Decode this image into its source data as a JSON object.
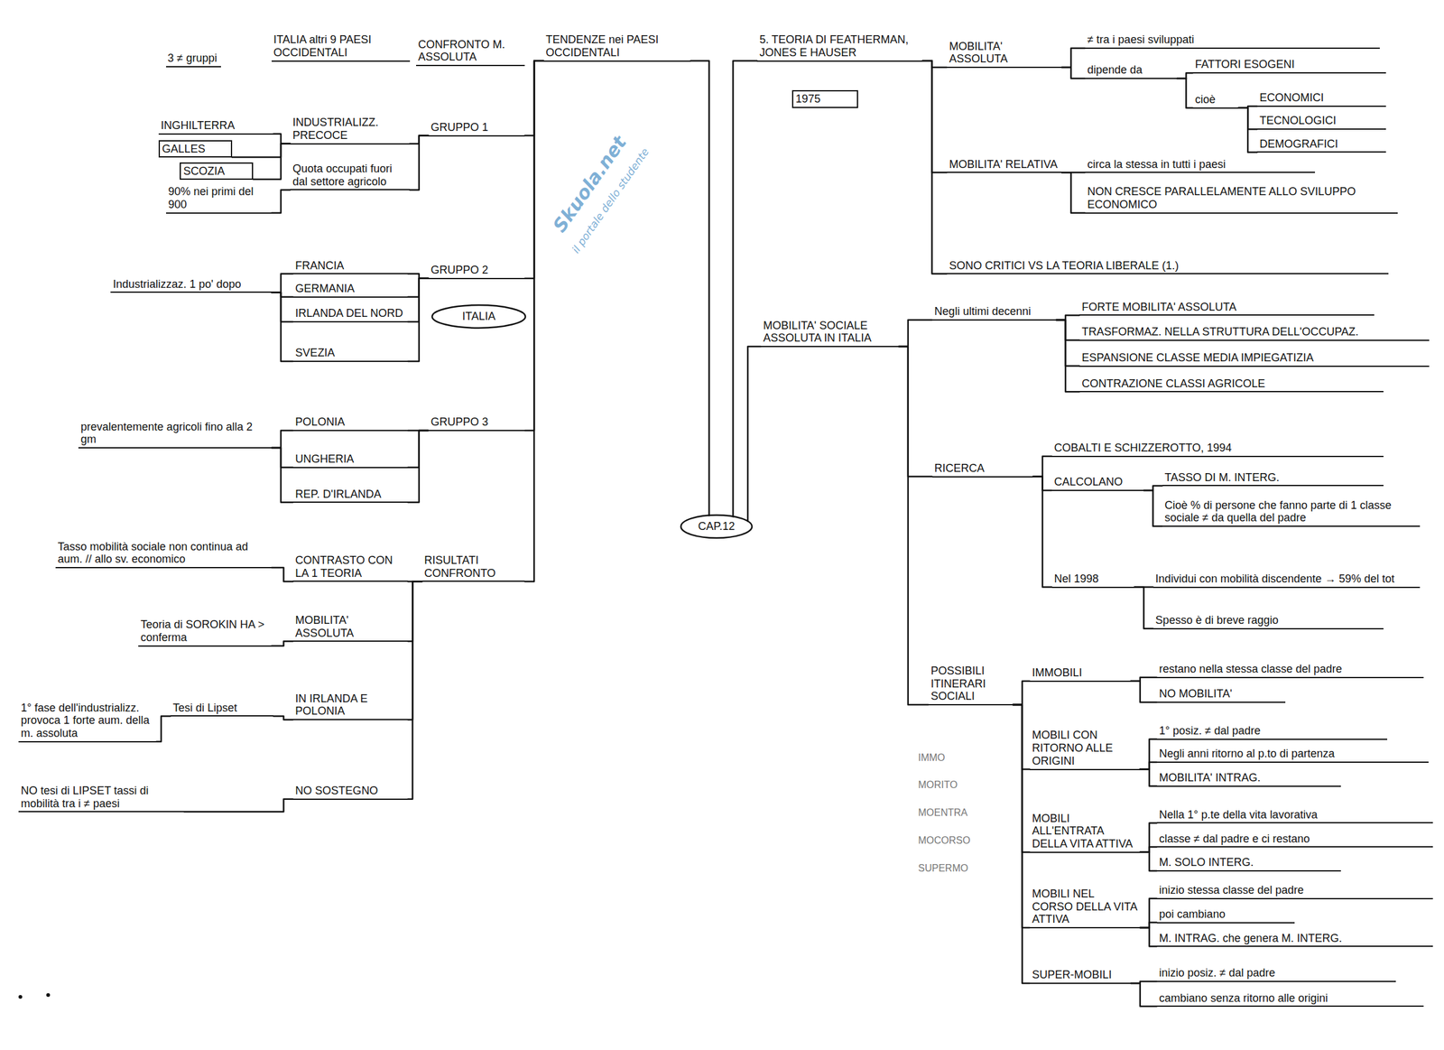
{
  "diagram": {
    "nodes": [
      {
        "text": [
          "TENDENZE nei PAESI OCCIDENTALI"
        ]
      },
      {
        "text": [
          "GRUPPO 1"
        ]
      },
      {
        "text": [
          "INDUSTRIALIZZ. PRECOCE"
        ]
      },
      {
        "text": [
          "Quota occupati fuori dal settore agricolo"
        ]
      },
      {
        "text": [
          "INGHILTERRA"
        ]
      },
      {
        "text": [
          "GALLES"
        ]
      },
      {
        "text": [
          "SCOZIA"
        ]
      },
      {
        "text": [
          "90% nei primi del 900"
        ]
      },
      {
        "text": [
          "GRUPPO 2"
        ]
      },
      {
        "text": [
          "ITALIA"
        ]
      },
      {
        "text": [
          "FRANCIA"
        ]
      },
      {
        "text": [
          "GERMANIA"
        ]
      },
      {
        "text": [
          "IRLANDA DEL NORD"
        ]
      },
      {
        "text": [
          "SVEZIA"
        ]
      },
      {
        "text": [
          "Industrializzaz. 1 po' dopo"
        ]
      },
      {
        "text": [
          "GRUPPO 3"
        ]
      },
      {
        "text": [
          "POLONIA"
        ]
      },
      {
        "text": [
          "UNGHERIA"
        ]
      },
      {
        "text": [
          "REP. D'IRLANDA"
        ]
      },
      {
        "text": [
          "prevalentemente agricoli fino alla 2 gm"
        ]
      },
      {
        "text": [
          "RISULTATI CONFRONTO"
        ]
      },
      {
        "text": [
          "CONTRASTO CON LA 1 TEORIA"
        ]
      },
      {
        "text": [
          "Tasso mobilità sociale non continua ad aum. // allo sv. economico"
        ]
      },
      {
        "text": [
          "MOBILITA' ASSOLUTA"
        ]
      },
      {
        "text": [
          "Teoria di SOROKIN HA > conferma"
        ]
      },
      {
        "text": [
          "IN IRLANDA E POLONIA"
        ]
      },
      {
        "text": [
          "Tesi di Lipset"
        ]
      },
      {
        "text": [
          "1° fase dell'industrializz. provoca 1 forte aum. della m. assoluta"
        ]
      },
      {
        "text": [
          "NO SOSTEGNO"
        ]
      },
      {
        "text": [
          "NO tesi di LIPSET tassi di mobilità tra i ≠ paesi"
        ]
      },
      {
        "text": [
          "CAP.12"
        ]
      },
      {
        "text": [
          "5. TEORIA DI FEATHERMAN, JONES E HAUSER"
        ]
      },
      {
        "text": [
          "1975"
        ]
      },
      {
        "text": [
          "MOBILITA' ASSOLUTA"
        ]
      },
      {
        "text": [
          "≠ tra i paesi sviluppati"
        ]
      },
      {
        "text": [
          "dipende da"
        ]
      },
      {
        "text": [
          "FATTORI ESOGENI"
        ]
      },
      {
        "text": [
          "cioè"
        ]
      },
      {
        "text": [
          "ECONOMICI"
        ]
      },
      {
        "text": [
          "TECNOLOGICI"
        ]
      },
      {
        "text": [
          "DEMOGRAFICI"
        ]
      },
      {
        "text": [
          "MOBILITA' RELATIVA"
        ]
      },
      {
        "text": [
          "circa la stessa in tutti i paesi"
        ]
      },
      {
        "text": [
          "NON CRESCE PARALLELAMENTE ALLO SVILUPPO ECONOMICO"
        ]
      },
      {
        "text": [
          "SONO CRITICI VS LA TEORIA LIBERALE (1.)"
        ]
      },
      {
        "text": [
          "MOBILITA' SOCIALE ASSOLUTA IN ITALIA"
        ]
      },
      {
        "text": [
          "Negli ultimi decenni"
        ]
      },
      {
        "text": [
          "FORTE MOBILITA' ASSOLUTA"
        ]
      },
      {
        "text": [
          "TRASFORMAZ. NELLA STRUTTURA DELL'OCCUPAZ."
        ]
      },
      {
        "text": [
          "ESPANSIONE CLASSE MEDIA IMPIEGATIZIA"
        ]
      },
      {
        "text": [
          "CONTRAZIONE CLASSI AGRICOLE"
        ]
      },
      {
        "text": [
          "RICERCA"
        ]
      },
      {
        "text": [
          "COBALTI E SCHIZZEROTTO, 1994"
        ]
      },
      {
        "text": [
          "CALCOLANO"
        ]
      },
      {
        "text": [
          "TASSO DI M. INTERG."
        ]
      },
      {
        "text": [
          "Cioè % di persone che fanno parte di 1 classe sociale ≠ da quella del padre"
        ]
      },
      {
        "text": [
          "Nel 1998"
        ]
      },
      {
        "text": [
          "Individui con mobilità discendente → 59% del tot"
        ]
      },
      {
        "text": [
          "Spesso è di breve raggio"
        ]
      },
      {
        "text": [
          "POSSIBILI ITINERARI SOCIALI"
        ]
      },
      {
        "text": [
          "IMMOBILI"
        ]
      },
      {
        "text": [
          "restano nella stessa classe del padre"
        ]
      },
      {
        "text": [
          "NO MOBILITA'"
        ]
      },
      {
        "text": [
          "MOBILI CON RITORNO ALLE ORIGINI"
        ]
      },
      {
        "text": [
          "1° posiz. ≠ dal padre"
        ]
      },
      {
        "text": [
          "Negli anni ritorno al p.to di partenza"
        ]
      },
      {
        "text": [
          "MOBILITA' INTRAG."
        ]
      },
      {
        "text": [
          "MOBILI ALL'ENTRATA DELLA VITA ATTIVA"
        ]
      },
      {
        "text": [
          "Nella 1° p.te della vita lavorativa"
        ]
      },
      {
        "text": [
          "classe ≠ dal padre e ci restano"
        ]
      },
      {
        "text": [
          "M. SOLO INTERG."
        ]
      },
      {
        "text": [
          "MOBILI NEL CORSO DELLA VITA ATTIVA"
        ]
      },
      {
        "text": [
          "inizio stessa classe del padre"
        ]
      },
      {
        "text": [
          "poi cambiano"
        ]
      },
      {
        "text": [
          "M. INTRAG. che genera M. INTERG."
        ]
      },
      {
        "text": [
          "SUPER-MOBILI"
        ]
      },
      {
        "text": [
          "inizio posiz. ≠ dal padre"
        ]
      },
      {
        "text": [
          "cambiano senza ritorno alle origini"
        ]
      }
    ],
    "edges": [
      {
        "from": 0,
        "to": 1,
        "arrow": "none"
      },
      {
        "from": 0,
        "to": 8,
        "arrow": "none"
      },
      {
        "from": 0,
        "to": 15,
        "arrow": "none"
      },
      {
        "from": 0,
        "to": 20,
        "arrow": "none"
      },
      {
        "from": 1,
        "to": 2,
        "arrow": "none"
      },
      {
        "from": 1,
        "to": 3,
        "arrow": "none"
      },
      {
        "from": 2,
        "to": 4,
        "arrow": "none"
      },
      {
        "from": 2,
        "to": 5,
        "arrow": "none"
      },
      {
        "from": 2,
        "to": 6,
        "arrow": "none"
      },
      {
        "from": 3,
        "to": 7,
        "arrow": "none"
      },
      {
        "from": 8,
        "to": 10,
        "arrow": "none"
      },
      {
        "from": 8,
        "to": 11,
        "arrow": "none"
      },
      {
        "from": 8,
        "to": 12,
        "arrow": "none"
      },
      {
        "from": 8,
        "to": 13,
        "arrow": "none"
      },
      {
        "from": 14,
        "to": 10,
        "arrow": "none"
      },
      {
        "from": 14,
        "to": 11,
        "arrow": "none"
      },
      {
        "from": 14,
        "to": 12,
        "arrow": "none"
      },
      {
        "from": 14,
        "to": 13,
        "arrow": "none"
      },
      {
        "from": 15,
        "to": 16,
        "arrow": "none"
      },
      {
        "from": 15,
        "to": 17,
        "arrow": "none"
      },
      {
        "from": 15,
        "to": 18,
        "arrow": "none"
      },
      {
        "from": 19,
        "to": 16,
        "arrow": "none"
      },
      {
        "from": 19,
        "to": 17,
        "arrow": "none"
      },
      {
        "from": 19,
        "to": 18,
        "arrow": "none"
      },
      {
        "from": 20,
        "to": 21,
        "arrow": "none"
      },
      {
        "from": 20,
        "to": 23,
        "arrow": "none"
      },
      {
        "from": 20,
        "to": 25,
        "arrow": "none"
      },
      {
        "from": 20,
        "to": 28,
        "arrow": "none"
      },
      {
        "from": 21,
        "to": 22,
        "arrow": "none"
      },
      {
        "from": 23,
        "to": 24,
        "arrow": "none"
      },
      {
        "from": 25,
        "to": 26,
        "arrow": "none"
      },
      {
        "from": 26,
        "to": 27,
        "arrow": "none"
      },
      {
        "from": 28,
        "to": 29,
        "arrow": "none"
      },
      {
        "from": 30,
        "to": 0,
        "arrow": "none"
      },
      {
        "from": 30,
        "to": 31,
        "arrow": "none"
      },
      {
        "from": 30,
        "to": 45,
        "arrow": "none"
      },
      {
        "from": 31,
        "to": 33,
        "arrow": "none"
      },
      {
        "from": 31,
        "to": 41,
        "arrow": "none"
      },
      {
        "from": 31,
        "to": 44,
        "arrow": "none"
      },
      {
        "from": 33,
        "to": 34,
        "arrow": "none"
      },
      {
        "from": 33,
        "to": 35,
        "arrow": "none"
      },
      {
        "from": 35,
        "to": 36,
        "arrow": "none"
      },
      {
        "from": 35,
        "to": 37,
        "arrow": "none"
      },
      {
        "from": 37,
        "to": 38,
        "arrow": "none"
      },
      {
        "from": 37,
        "to": 39,
        "arrow": "none"
      },
      {
        "from": 37,
        "to": 40,
        "arrow": "none"
      },
      {
        "from": 41,
        "to": 42,
        "arrow": "none"
      },
      {
        "from": 41,
        "to": 43,
        "arrow": "none"
      },
      {
        "from": 45,
        "to": 46,
        "arrow": "none"
      },
      {
        "from": 45,
        "to": 51,
        "arrow": "none"
      },
      {
        "from": 45,
        "to": 59,
        "arrow": "none"
      },
      {
        "from": 46,
        "to": 47,
        "arrow": "none"
      },
      {
        "from": 46,
        "to": 48,
        "arrow": "none"
      },
      {
        "from": 46,
        "to": 49,
        "arrow": "none"
      },
      {
        "from": 46,
        "to": 50,
        "arrow": "none"
      },
      {
        "from": 51,
        "to": 52,
        "arrow": "none"
      },
      {
        "from": 51,
        "to": 53,
        "arrow": "none"
      },
      {
        "from": 51,
        "to": 56,
        "arrow": "none"
      },
      {
        "from": 53,
        "to": 54,
        "arrow": "none"
      },
      {
        "from": 53,
        "to": 55,
        "arrow": "none"
      },
      {
        "from": 56,
        "to": 57,
        "arrow": "none"
      },
      {
        "from": 56,
        "to": 58,
        "arrow": "none"
      },
      {
        "from": 59,
        "to": 60,
        "arrow": "none"
      },
      {
        "from": 59,
        "to": 63,
        "arrow": "none"
      },
      {
        "from": 59,
        "to": 67,
        "arrow": "none"
      },
      {
        "from": 59,
        "to": 71,
        "arrow": "none"
      },
      {
        "from": 59,
        "to": 75,
        "arrow": "none"
      },
      {
        "from": 60,
        "to": 61,
        "arrow": "none"
      },
      {
        "from": 60,
        "to": 62,
        "arrow": "none"
      },
      {
        "from": 63,
        "to": 64,
        "arrow": "none"
      },
      {
        "from": 63,
        "to": 65,
        "arrow": "none"
      },
      {
        "from": 63,
        "to": 66,
        "arrow": "none"
      },
      {
        "from": 67,
        "to": 68,
        "arrow": "none"
      },
      {
        "from": 67,
        "to": 69,
        "arrow": "none"
      },
      {
        "from": 67,
        "to": 70,
        "arrow": "none"
      },
      {
        "from": 71,
        "to": 72,
        "arrow": "none"
      },
      {
        "from": 71,
        "to": 73,
        "arrow": "none"
      },
      {
        "from": 71,
        "to": 74,
        "arrow": "none"
      },
      {
        "from": 75,
        "to": 76,
        "arrow": "none"
      },
      {
        "from": 75,
        "to": 77,
        "arrow": "none"
      }
    ],
    "labels": [
      "3 ≠ gruppi",
      "ITALIA altri 9 PAESI OCCIDENTALI",
      "CONFRONTO M. ASSOLUTA",
      "Skuola.net",
      "il portale dello studente",
      "IMMO",
      "MORITO",
      "MOENTRA",
      "MOCORSO",
      "SUPERMO"
    ]
  }
}
